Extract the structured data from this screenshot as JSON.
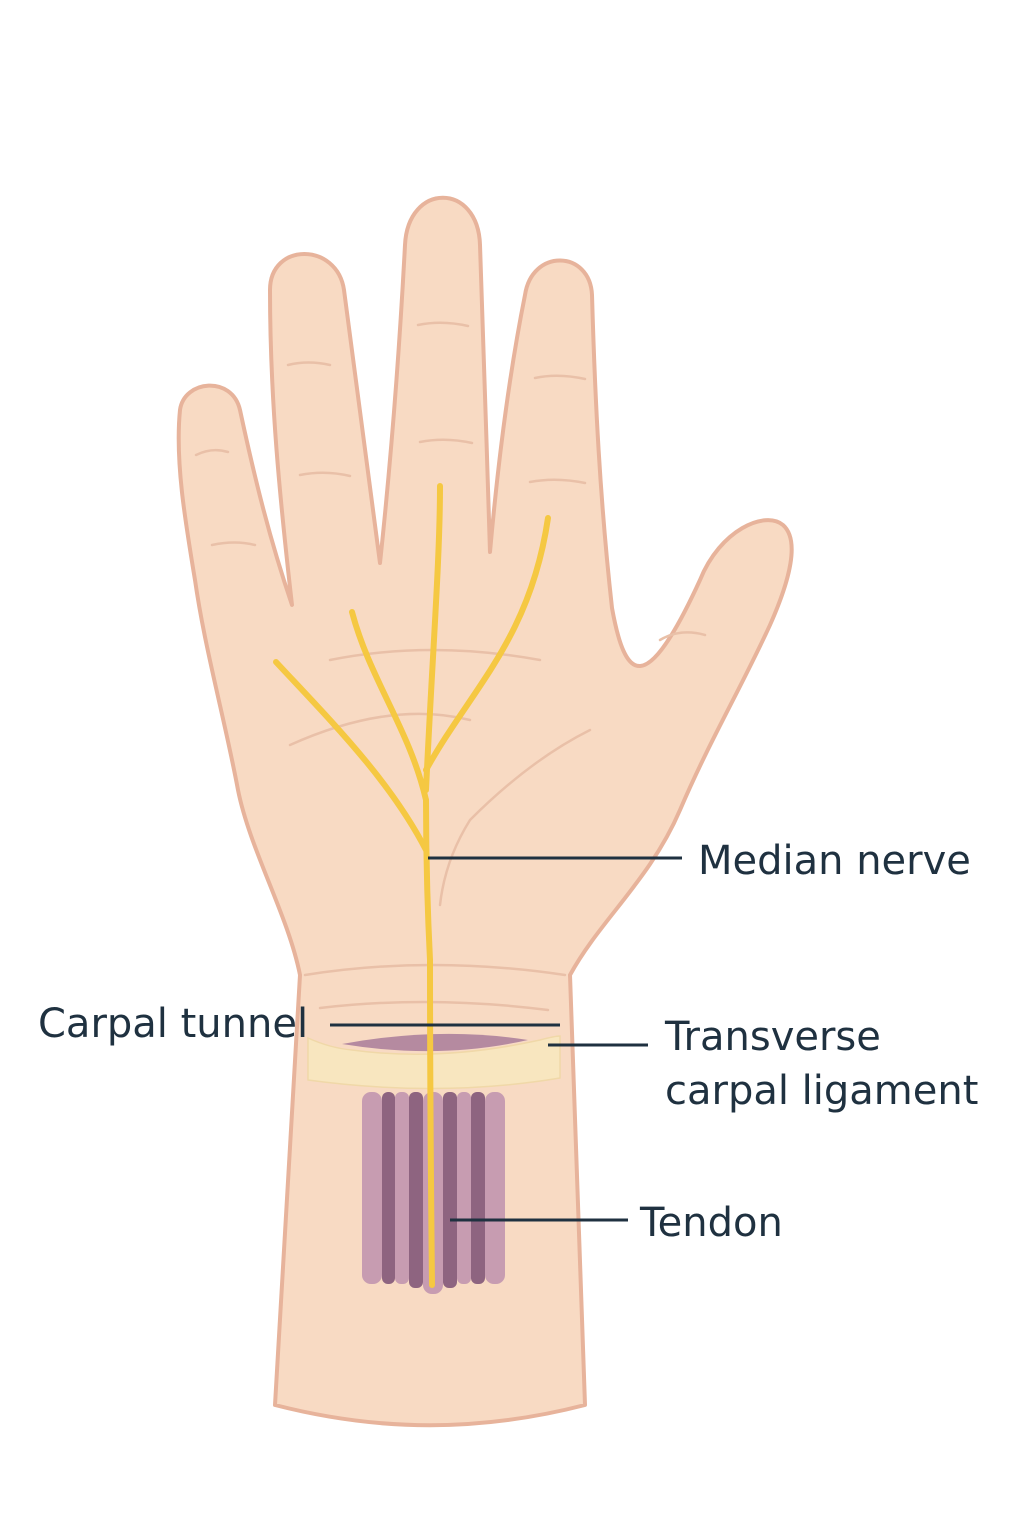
{
  "labels": {
    "median_nerve": "Median nerve",
    "carpal_tunnel": "Carpal tunnel",
    "transverse_line1": "Transverse",
    "transverse_line2": "carpal ligament",
    "tendon": "Tendon"
  },
  "colors": {
    "skin": "#f8dac3",
    "skin_outline": "#e7b39b",
    "skin_crease": "#e9c0a8",
    "nerve": "#f5c842",
    "ligament": "#f8e6bf",
    "tunnel": "#b58aa0",
    "tendon_light": "#c79cb1",
    "tendon_dark": "#8e6480",
    "leader_line": "#1f3140",
    "label_text": "#1f3140"
  }
}
